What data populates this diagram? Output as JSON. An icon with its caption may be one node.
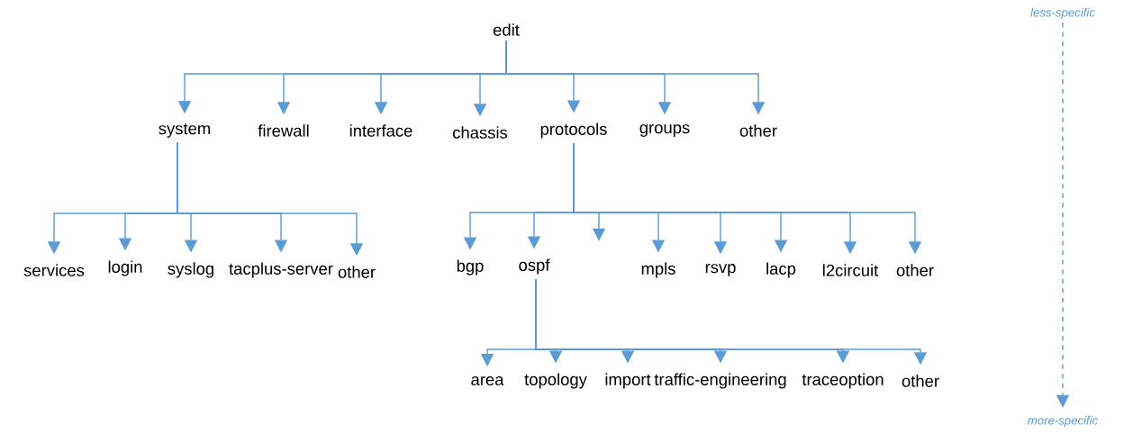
{
  "diagram": {
    "nodes": [
      {
        "text": [
          "edit"
        ]
      },
      {
        "text": [
          "system"
        ]
      },
      {
        "text": [
          "firewall"
        ]
      },
      {
        "text": [
          "interface"
        ]
      },
      {
        "text": [
          "chassis"
        ]
      },
      {
        "text": [
          "protocols"
        ]
      },
      {
        "text": [
          "groups"
        ]
      },
      {
        "text": [
          "other"
        ]
      },
      {
        "text": [
          "services"
        ]
      },
      {
        "text": [
          "login"
        ]
      },
      {
        "text": [
          "syslog"
        ]
      },
      {
        "text": [
          "tacplus-server"
        ]
      },
      {
        "text": [
          "other"
        ]
      },
      {
        "text": [
          "bgp"
        ]
      },
      {
        "text": [
          "ospf"
        ]
      },
      {
        "text": [
          "mpls"
        ]
      },
      {
        "text": [
          "rsvp"
        ]
      },
      {
        "text": [
          "lacp"
        ]
      },
      {
        "text": [
          "l2circuit"
        ]
      },
      {
        "text": [
          "other"
        ]
      },
      {
        "text": [
          "area"
        ]
      },
      {
        "text": [
          "topology"
        ]
      },
      {
        "text": [
          "import"
        ]
      },
      {
        "text": [
          "traffic-engineering"
        ]
      },
      {
        "text": [
          "traceoption"
        ]
      },
      {
        "text": [
          "other"
        ]
      },
      {
        "text": [
          "less-specific"
        ]
      },
      {
        "text": [
          "more-specific"
        ]
      }
    ],
    "edges": [
      {
        "from": 0,
        "to": 1,
        "arrow": "to"
      },
      {
        "from": 0,
        "to": 2,
        "arrow": "to"
      },
      {
        "from": 0,
        "to": 3,
        "arrow": "to"
      },
      {
        "from": 0,
        "to": 4,
        "arrow": "to"
      },
      {
        "from": 0,
        "to": 5,
        "arrow": "to"
      },
      {
        "from": 0,
        "to": 6,
        "arrow": "to"
      },
      {
        "from": 0,
        "to": 7,
        "arrow": "to"
      },
      {
        "from": 1,
        "to": 8,
        "arrow": "to"
      },
      {
        "from": 1,
        "to": 9,
        "arrow": "to"
      },
      {
        "from": 1,
        "to": 10,
        "arrow": "to"
      },
      {
        "from": 1,
        "to": 11,
        "arrow": "to"
      },
      {
        "from": 1,
        "to": 12,
        "arrow": "to"
      },
      {
        "from": 5,
        "to": 13,
        "arrow": "to"
      },
      {
        "from": 5,
        "to": 14,
        "arrow": "to"
      },
      {
        "from": 5,
        "to": null,
        "arrow": "to"
      },
      {
        "from": 5,
        "to": 15,
        "arrow": "to"
      },
      {
        "from": 5,
        "to": 16,
        "arrow": "to"
      },
      {
        "from": 5,
        "to": 17,
        "arrow": "to"
      },
      {
        "from": 5,
        "to": 18,
        "arrow": "to"
      },
      {
        "from": 5,
        "to": 19,
        "arrow": "to"
      },
      {
        "from": 14,
        "to": 20,
        "arrow": "to"
      },
      {
        "from": 14,
        "to": 21,
        "arrow": "to"
      },
      {
        "from": 14,
        "to": 22,
        "arrow": "to"
      },
      {
        "from": 14,
        "to": 23,
        "arrow": "to"
      },
      {
        "from": 14,
        "to": 24,
        "arrow": "to"
      },
      {
        "from": 14,
        "to": 25,
        "arrow": "to"
      },
      {
        "from": 26,
        "to": 27,
        "arrow": "to",
        "style": "dashed"
      }
    ]
  }
}
